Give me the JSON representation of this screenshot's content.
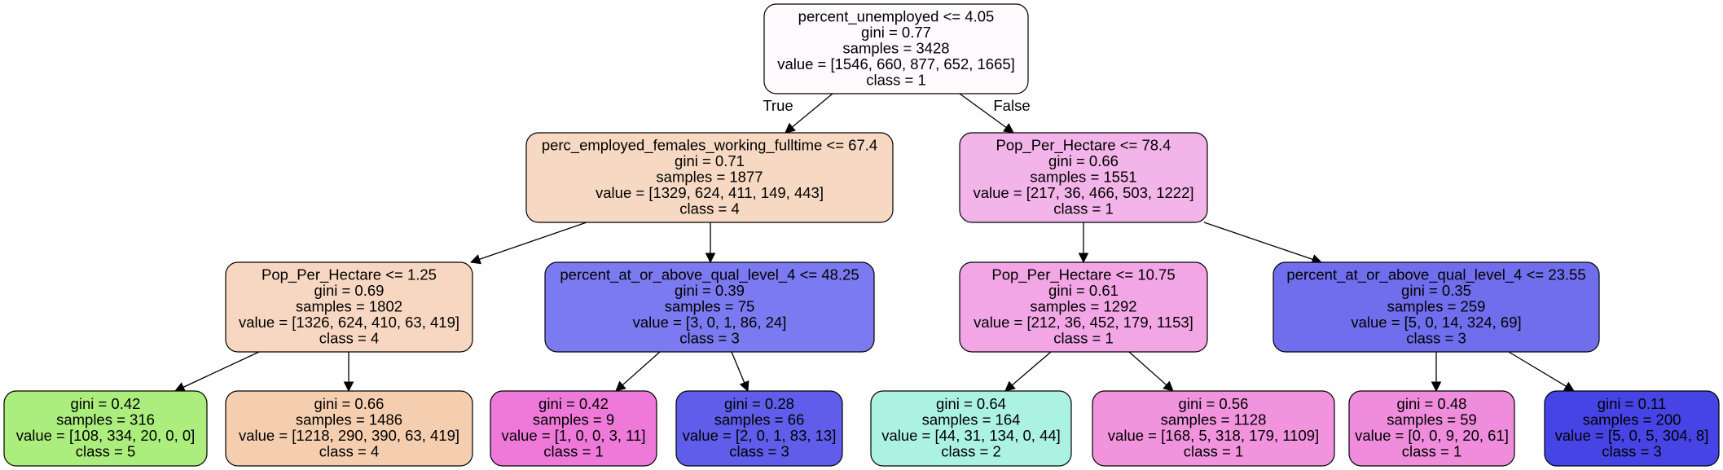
{
  "nodes": [
    {
      "id": "n0",
      "lines": [
        "percent_unemployed <= 4.05",
        "gini = 0.77",
        "samples = 3428",
        "value = [1546, 660, 877, 652, 1665]",
        "class = 1"
      ],
      "color": "#fefafe"
    },
    {
      "id": "n1",
      "lines": [
        "perc_employed_females_working_fulltime <= 67.4",
        "gini = 0.71",
        "samples = 1877",
        "value = [1329, 624, 411, 149, 443]",
        "class = 4"
      ],
      "color": "#f7d9c3"
    },
    {
      "id": "n2",
      "lines": [
        "Pop_Per_Hectare <= 78.4",
        "gini = 0.66",
        "samples = 1551",
        "value = [217, 36, 466, 503, 1222]",
        "class = 1"
      ],
      "color": "#f3b5e9"
    },
    {
      "id": "n3",
      "lines": [
        "Pop_Per_Hectare <= 1.25",
        "gini = 0.69",
        "samples = 1802",
        "value = [1326, 624, 410, 63, 419]",
        "class = 4"
      ],
      "color": "#f7d7c1"
    },
    {
      "id": "n4",
      "lines": [
        "percent_at_or_above_qual_level_4 <= 48.25",
        "gini = 0.39",
        "samples = 75",
        "value = [3, 0, 1, 86, 24]",
        "class = 3"
      ],
      "color": "#7b7af0"
    },
    {
      "id": "n5",
      "lines": [
        "Pop_Per_Hectare <= 10.75",
        "gini = 0.61",
        "samples = 1292",
        "value = [212, 36, 452, 179, 1153]",
        "class = 1"
      ],
      "color": "#f2a6e5"
    },
    {
      "id": "n6",
      "lines": [
        "percent_at_or_above_qual_level_4 <= 23.55",
        "gini = 0.35",
        "samples = 259",
        "value = [5, 0, 14, 324, 69]",
        "class = 3"
      ],
      "color": "#706eec"
    },
    {
      "id": "n7",
      "lines": [
        "gini = 0.42",
        "samples = 316",
        "value = [108, 334, 20, 0, 0]",
        "class = 5"
      ],
      "color": "#acee7d"
    },
    {
      "id": "n8",
      "lines": [
        "gini = 0.66",
        "samples = 1486",
        "value = [1218, 290, 390, 63, 419]",
        "class = 4"
      ],
      "color": "#f5ceaf"
    },
    {
      "id": "n9",
      "lines": [
        "gini = 0.42",
        "samples = 9",
        "value = [1, 0, 0, 3, 11]",
        "class = 1"
      ],
      "color": "#ee79d9"
    },
    {
      "id": "n10",
      "lines": [
        "gini = 0.28",
        "samples = 66",
        "value = [2, 0, 1, 83, 13]",
        "class = 3"
      ],
      "color": "#5f5de9"
    },
    {
      "id": "n11",
      "lines": [
        "gini = 0.64",
        "samples = 164",
        "value = [44, 31, 134, 0, 44]",
        "class = 2"
      ],
      "color": "#acf2e3"
    },
    {
      "id": "n12",
      "lines": [
        "gini = 0.56",
        "samples = 1128",
        "value = [168, 5, 318, 179, 1109]",
        "class = 1"
      ],
      "color": "#f193dd"
    },
    {
      "id": "n13",
      "lines": [
        "gini = 0.48",
        "samples = 59",
        "value = [0, 0, 9, 20, 61]",
        "class = 1"
      ],
      "color": "#ef8cdb"
    },
    {
      "id": "n14",
      "lines": [
        "gini = 0.11",
        "samples = 200",
        "value = [5, 0, 5, 304, 8]",
        "class = 3"
      ],
      "color": "#4744e5"
    }
  ],
  "edges": [
    {
      "from": "n0",
      "to": "n1",
      "label": "True"
    },
    {
      "from": "n0",
      "to": "n2",
      "label": "False"
    },
    {
      "from": "n1",
      "to": "n3",
      "label": ""
    },
    {
      "from": "n1",
      "to": "n4",
      "label": ""
    },
    {
      "from": "n2",
      "to": "n5",
      "label": ""
    },
    {
      "from": "n2",
      "to": "n6",
      "label": ""
    },
    {
      "from": "n3",
      "to": "n7",
      "label": ""
    },
    {
      "from": "n3",
      "to": "n8",
      "label": ""
    },
    {
      "from": "n4",
      "to": "n9",
      "label": ""
    },
    {
      "from": "n4",
      "to": "n10",
      "label": ""
    },
    {
      "from": "n5",
      "to": "n11",
      "label": ""
    },
    {
      "from": "n5",
      "to": "n12",
      "label": ""
    },
    {
      "from": "n6",
      "to": "n13",
      "label": ""
    },
    {
      "from": "n6",
      "to": "n14",
      "label": ""
    }
  ]
}
